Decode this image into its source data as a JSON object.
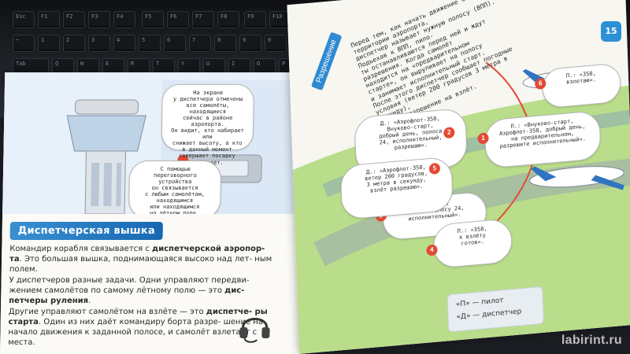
{
  "left_page": {
    "bubble_top": "На экране\nу диспетчера отмечены\nвсе самолёты, находящиеся\nсейчас в районе аэропорта.\nОн видит, кто набирает или\nснижает высоту, а кто\nв данный момент\nсовершает посадку\nили взлёт.",
    "bubble_bottom": "С помощью\nпереговорного устройства\nон связывается\nс любым самолётом,\nнаходящимся\nили находящимся\nна лётном поле.",
    "section_title": "Диспетчерская вышка",
    "paragraph_1_a": "Командир корабля связывается с ",
    "paragraph_1_b": "диспетчерской аэропор-\nта",
    "paragraph_1_c": ". Это большая вышка, поднимающаяся высоко над лет-\nным полем.",
    "paragraph_2_a": "У диспетчеров разные задачи. Одни управляют передви-\nжением самолётов по самому лётному полю — это ",
    "paragraph_2_b": "дис-\nпетчеры руления",
    "paragraph_2_c": ".",
    "paragraph_3_a": "Другие управляют самолётом на взлёте — это ",
    "paragraph_3_b": "диспетче-\nры старта",
    "paragraph_3_c": ". Один из них даёт командиру борта разре-\nшение на начало движения к заданной полосе, и самолёт\nвзлетает с места."
  },
  "right_page": {
    "vertical_title": "Разрешение",
    "intro_text": "Перед тем, как начать движение самолёта по территории аэропорта,\nдиспетчер называет нужную полосу (ВПП). Подъехав к ВПП, пило-\nты останавливаются перед ней и ждут разрешения. Когда самолёт\nнаходится на «предварительном\nстарте», он выруливает на полосу\nи занимает исполнительный старт.\nПосле этого диспетчер сообщает погодные\nусловия (ветер 200 градусов 3 метра в секунду),\nи даёт разрешение на взлёт.",
    "bubbles": [
      {
        "num": "1",
        "text": "П.: «Внуково-старт,\nАэрофлот-358, добрый день,\nна предварительном,\nразрешите исполнительный»."
      },
      {
        "num": "2",
        "text": "Д.: «Аэрофлот-358,\nВнуково-старт,\nдобрый день, полоса\n24, исполнительный,\nразрешаю»."
      },
      {
        "num": "3",
        "text": "П.: «358,\nзанимаю полосу 24,\nисполнительный»."
      },
      {
        "num": "4",
        "text": "П.: «358,\nк взлёту\nготов»."
      },
      {
        "num": "5",
        "text": "Д.: «Аэрофлот-358,\nветер 200 градусов,\n3 метра в секунду,\nвзлёт разрешаю»."
      },
      {
        "num": "6",
        "text": "П.: «358,\nвзлетаю»."
      }
    ],
    "legend_p": "«П» — пилот",
    "legend_d": "«Д» — диспетчер"
  },
  "page_number": "15",
  "watermark": "labirint.ru"
}
